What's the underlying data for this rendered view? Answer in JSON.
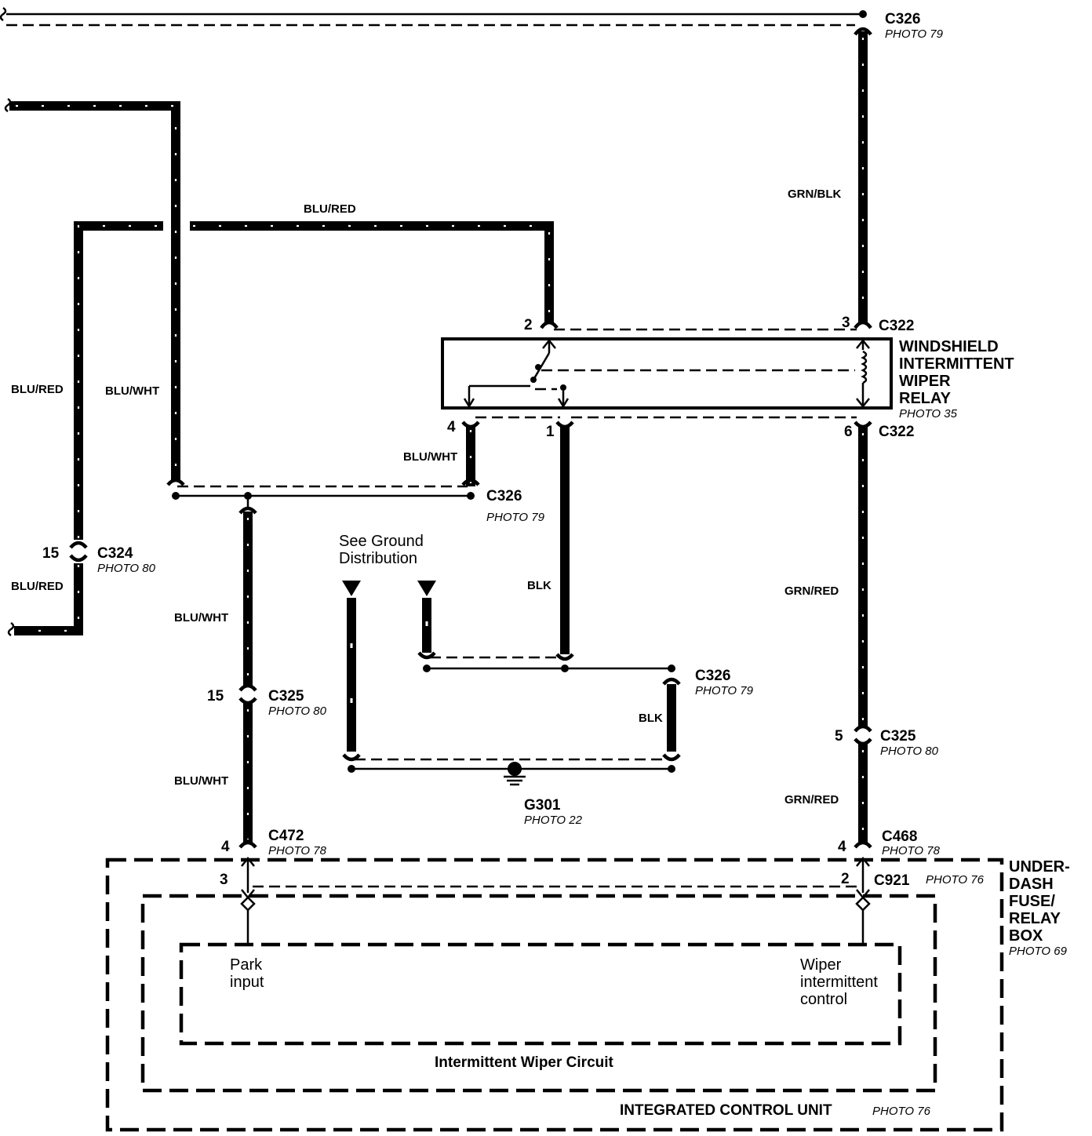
{
  "wire_colors": {
    "grn_blk": "GRN/BLK",
    "blu_red_top": "BLU/RED",
    "blu_red_left": "BLU/RED",
    "blu_wht_left": "BLU/WHT",
    "blu_wht_relay": "BLU/WHT",
    "blu_red_bottom": "BLU/RED",
    "blk_relay": "BLK",
    "blk_ground": "BLK",
    "blu_wht_mid": "BLU/WHT",
    "blu_wht_low": "BLU/WHT",
    "grn_red_mid": "GRN/RED",
    "grn_red_low": "GRN/RED"
  },
  "connectors": {
    "c326_top": {
      "name": "C326",
      "photo": "PHOTO 79"
    },
    "c322_top": {
      "name": "C322",
      "pin": "3"
    },
    "relay_pin2": "2",
    "c322_bottom": {
      "name": "C322",
      "pin": "6"
    },
    "relay_pin4": "4",
    "relay_pin1": "1",
    "c326_mid": {
      "name": "C326",
      "photo": "PHOTO 79"
    },
    "c324": {
      "name": "C324",
      "photo": "PHOTO 80",
      "pin": "15"
    },
    "c326_low": {
      "name": "C326",
      "photo": "PHOTO 79"
    },
    "c325_left": {
      "name": "C325",
      "photo": "PHOTO 80",
      "pin": "15"
    },
    "c325_right": {
      "name": "C325",
      "photo": "PHOTO 80",
      "pin": "5"
    },
    "c472": {
      "name": "C472",
      "photo": "PHOTO 78",
      "pin": "4"
    },
    "c468": {
      "name": "C468",
      "photo": "PHOTO 78",
      "pin": "4"
    },
    "c921": {
      "name": "C921",
      "photo": "PHOTO 76",
      "pin_left": "3",
      "pin_right": "2"
    }
  },
  "relay": {
    "title_lines": [
      "WINDSHIELD",
      "INTERMITTENT",
      "WIPER",
      "RELAY"
    ],
    "photo": "PHOTO 35"
  },
  "ground": {
    "note_lines": [
      "See Ground",
      "Distribution"
    ],
    "name": "G301",
    "photo": "PHOTO 22"
  },
  "fuse_box": {
    "title_lines": [
      "UNDER-",
      "DASH",
      "FUSE/",
      "RELAY",
      "BOX"
    ],
    "photo": "PHOTO 69"
  },
  "control_unit": {
    "park_input_lines": [
      "Park",
      "input"
    ],
    "wiper_control_lines": [
      "Wiper",
      "intermittent",
      "control"
    ],
    "circuit_label": "Intermittent Wiper Circuit",
    "unit_label": "INTEGRATED CONTROL UNIT",
    "unit_photo": "PHOTO 76"
  }
}
